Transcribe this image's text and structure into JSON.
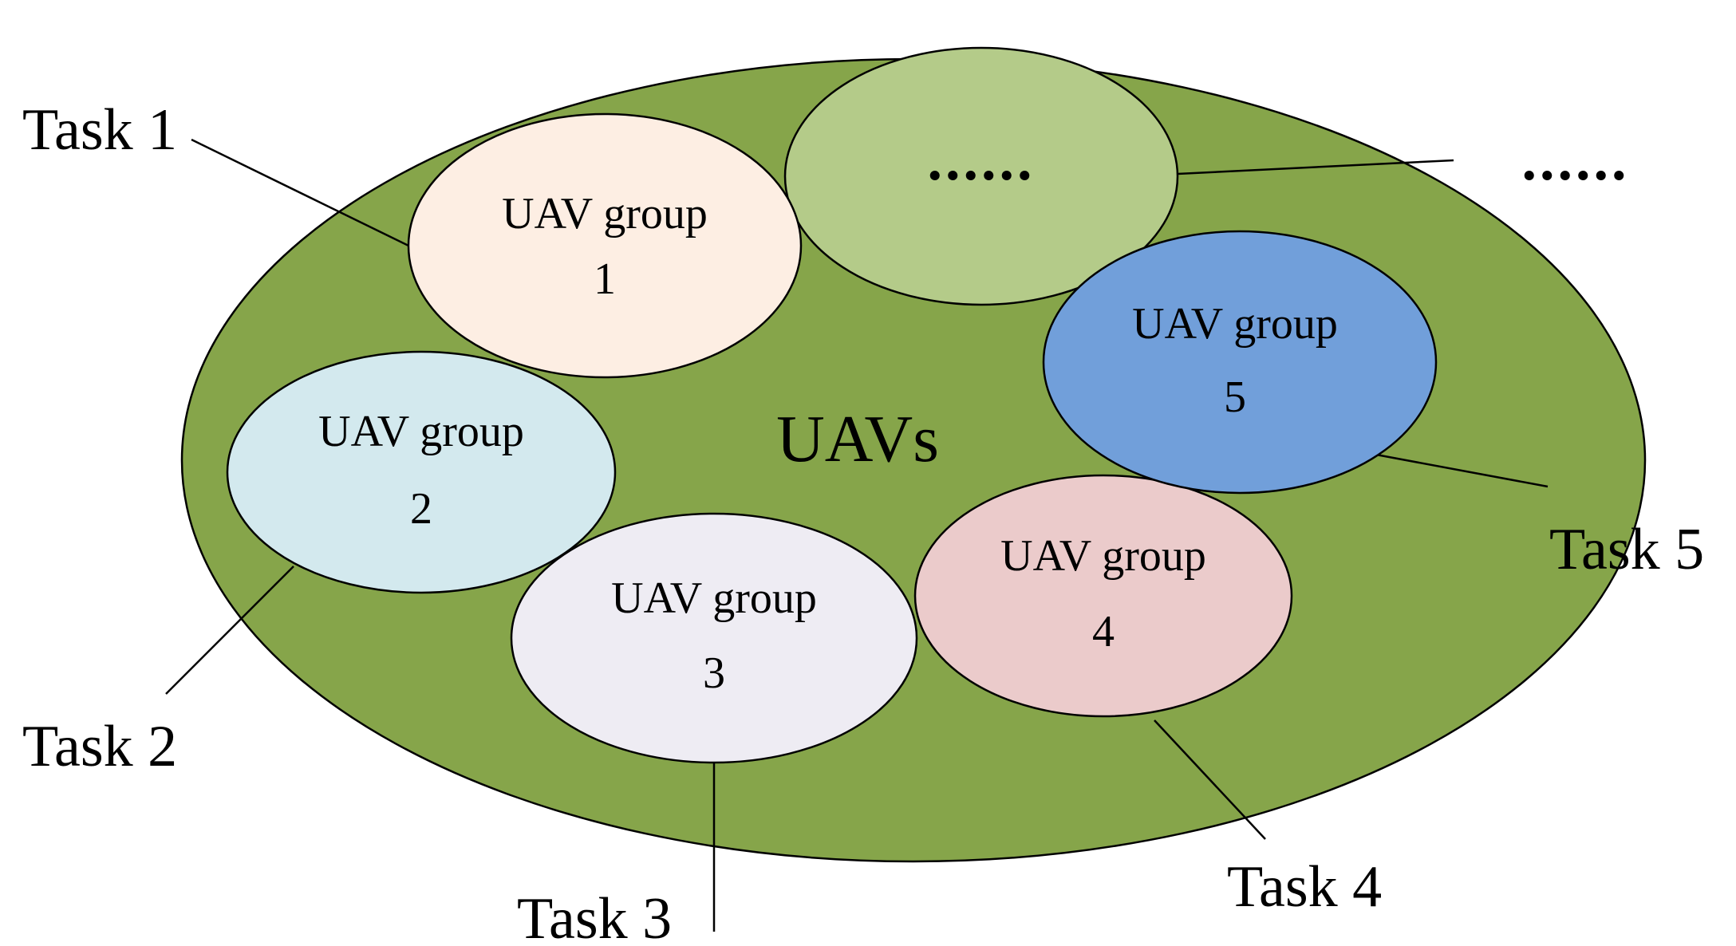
{
  "diagram": {
    "center_label": "UAVs",
    "colors": {
      "outer": "#86a54a",
      "group1": "#fdeee3",
      "group2": "#d3e9ee",
      "group3": "#eeecf3",
      "group4": "#ebcbcb",
      "group5": "#719fda",
      "more": "#b4cb89"
    },
    "groups": [
      {
        "line1": "UAV group",
        "line2": "1",
        "task": "Task 1"
      },
      {
        "line1": "UAV group",
        "line2": "2",
        "task": "Task 2"
      },
      {
        "line1": "UAV group",
        "line2": "3",
        "task": "Task 3"
      },
      {
        "line1": "UAV group",
        "line2": "4",
        "task": "Task 4"
      },
      {
        "line1": "UAV group",
        "line2": "5",
        "task": "Task 5"
      }
    ],
    "more_group_label": "......",
    "more_task_label": "......"
  }
}
